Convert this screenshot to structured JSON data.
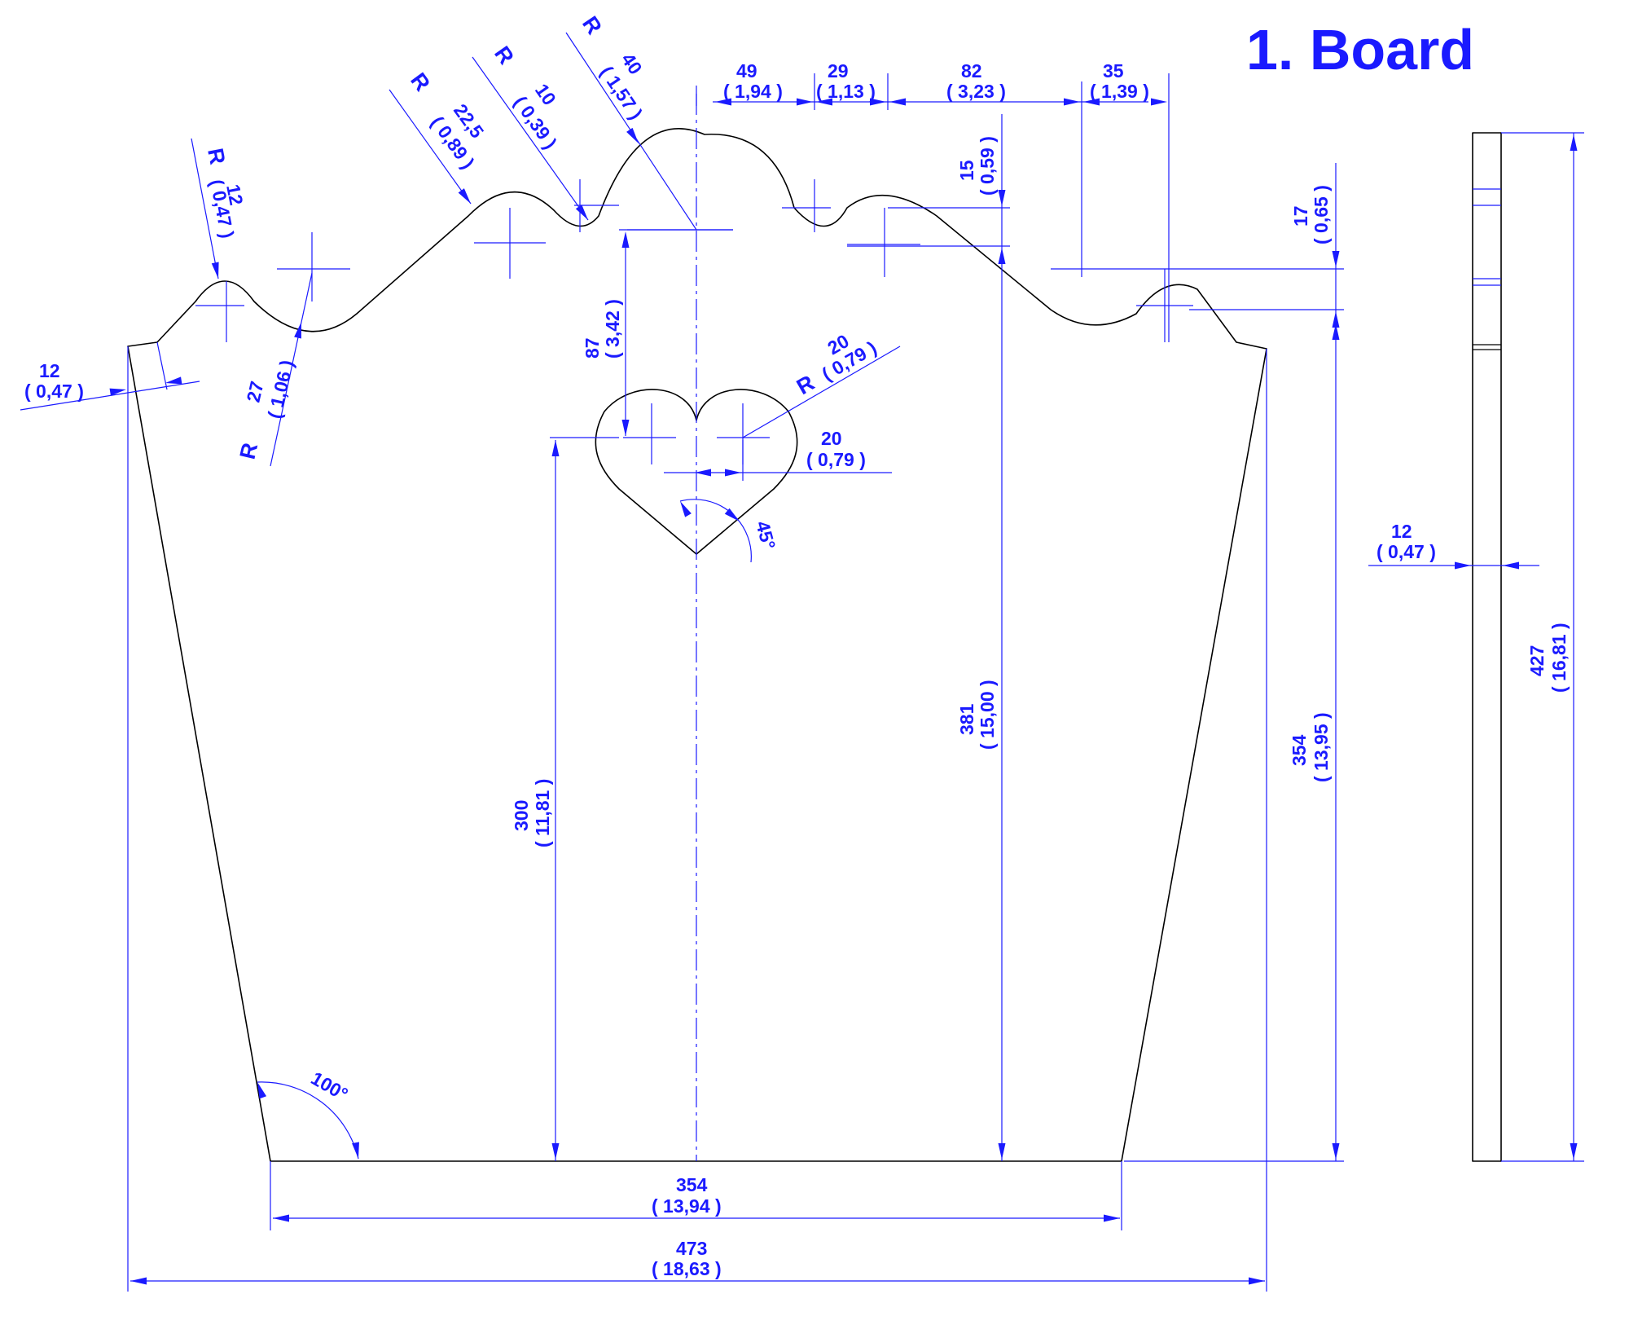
{
  "title": "1. Board",
  "colors": {
    "dimension": "#1a1aff",
    "outline": "#000000",
    "background": "#ffffff"
  },
  "dimensions": {
    "top_49": "49",
    "top_49_in": "( 1,94 )",
    "top_29": "29",
    "top_29_in": "( 1,13 )",
    "top_82": "82",
    "top_82_in": "( 3,23 )",
    "top_35": "35",
    "top_35_in": "( 1,39 )",
    "v_15": "15",
    "v_15_in": "( 0,59 )",
    "v_17": "17",
    "v_17_in": "( 0,65 )",
    "v_87": "87",
    "v_87_in": "( 3,42 )",
    "v_300": "300",
    "v_300_in": "( 11,81 )",
    "v_381": "381",
    "v_381_in": "( 15,00 )",
    "v_354": "354",
    "v_354_in": "( 13,95 )",
    "v_427": "427",
    "v_427_in": "( 16,81 )",
    "h_12_left": "12",
    "h_12_left_in": "( 0,47 )",
    "h_12_side": "12",
    "h_12_side_in": "( 0,47 )",
    "h_20": "20",
    "h_20_in": "( 0,79 )",
    "b_354": "354",
    "b_354_in": "( 13,94 )",
    "b_473": "473",
    "b_473_in": "( 18,63 )",
    "angle_100": "100°",
    "angle_45": "45°"
  },
  "radii": {
    "r_label": "R",
    "r12": "12",
    "r12_in": "( 0,47 )",
    "r27": "27",
    "r27_in": "( 1,06 )",
    "r22_5": "22,5",
    "r22_5_in": "( 0,89 )",
    "r10": "10",
    "r10_in": "( 0,39 )",
    "r40": "40",
    "r40_in": "( 1,57 )",
    "r20": "20",
    "r20_in": "( 0,79 )"
  }
}
